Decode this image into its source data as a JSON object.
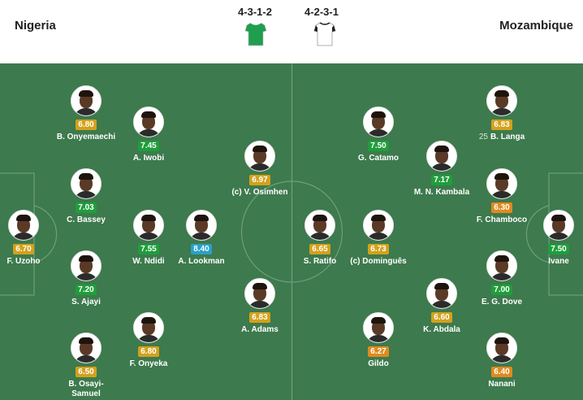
{
  "header": {
    "home_team": "Nigeria",
    "away_team": "Mozambique",
    "home_formation": "4-3-1-2",
    "away_formation": "4-2-3-1",
    "home_kit_color": "#1f9e50",
    "away_kit_color": "#ffffff"
  },
  "colors": {
    "pitch": "#3d7a4d",
    "rating_green": "#1f9e3b",
    "rating_yellow": "#d4a11b",
    "rating_orange": "#e08a1e",
    "rating_blue": "#2aa0c9"
  },
  "home_players": [
    {
      "name": "F. Uzoho",
      "rating": "6.70"
    },
    {
      "name": "B. Onyemaechi",
      "rating": "6.80"
    },
    {
      "name": "C. Bassey",
      "rating": "7.03"
    },
    {
      "name": "S. Ajayi",
      "rating": "7.20"
    },
    {
      "name": "B. Osayi-",
      "name2": "Samuel",
      "rating": "6.50"
    },
    {
      "name": "A. Iwobi",
      "rating": "7.45"
    },
    {
      "name": "W. Ndidi",
      "rating": "7.55"
    },
    {
      "name": "F. Onyeka",
      "rating": "6.80"
    },
    {
      "name": "A. Lookman",
      "rating": "8.40"
    },
    {
      "name": "(c) V. Osimhen",
      "rating": "6.97"
    },
    {
      "name": "A. Adams",
      "rating": "6.83"
    }
  ],
  "away_players": [
    {
      "name": "Ivane",
      "rating": "7.50"
    },
    {
      "number": "25",
      "name": "B. Langa",
      "rating": "6.83"
    },
    {
      "name": "F. Chamboco",
      "rating": "6.30"
    },
    {
      "name": "E. G. Dove",
      "rating": "7.00"
    },
    {
      "name": "Nanani",
      "rating": "6.40"
    },
    {
      "name": "M. N. Kambala",
      "rating": "7.17"
    },
    {
      "name": "K. Abdala",
      "rating": "6.60"
    },
    {
      "name": "G. Catamo",
      "rating": "7.50"
    },
    {
      "name": "(c) Dominguês",
      "rating": "6.73"
    },
    {
      "name": "Gildo",
      "rating": "6.27"
    },
    {
      "name": "S. Ratifo",
      "rating": "6.65"
    }
  ]
}
